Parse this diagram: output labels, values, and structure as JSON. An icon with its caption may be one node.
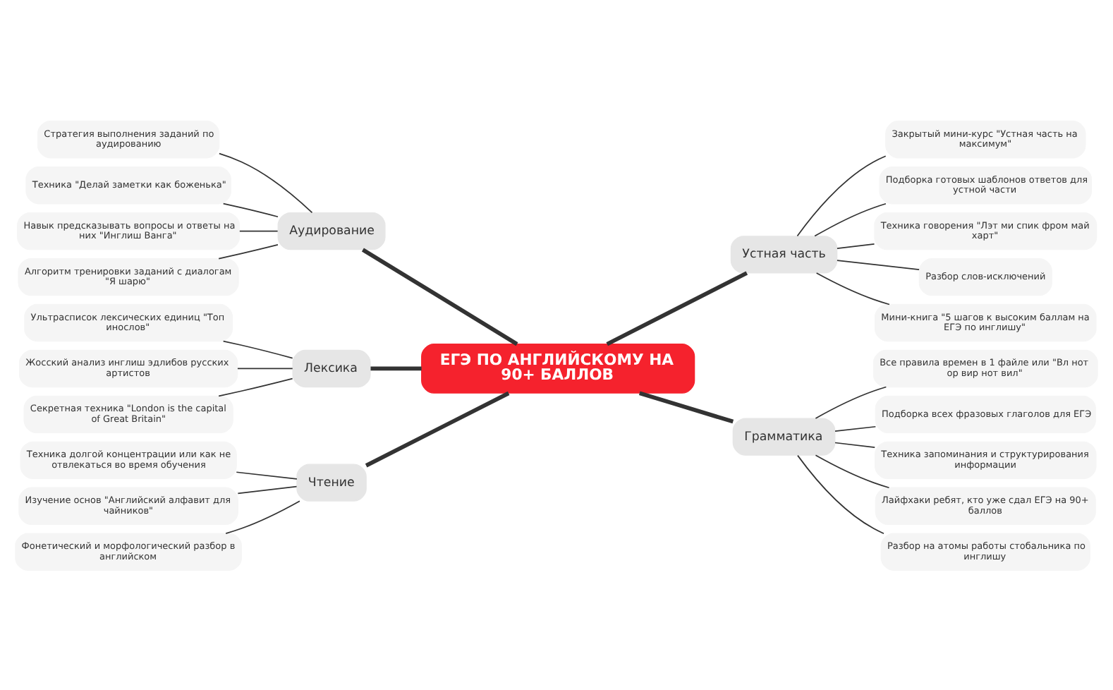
{
  "diagram": {
    "nodes": [
      {
        "text": [
          "ЕГЭ ПО АНГЛИЙСКОМУ НА 90+ БАЛЛОВ"
        ]
      },
      {
        "text": [
          "Аудирование"
        ]
      },
      {
        "text": [
          "Стратегия выполнения заданий по аудированию"
        ]
      },
      {
        "text": [
          "Техника \"Делай заметки как боженька\""
        ]
      },
      {
        "text": [
          "Навык предсказывать вопросы и ответы на них \"Инглиш Ванга\""
        ]
      },
      {
        "text": [
          "Алгоритм тренировки заданий с диалогам \"Я шарю\""
        ]
      },
      {
        "text": [
          "Лексика"
        ]
      },
      {
        "text": [
          "Ультрасписок лексических единиц \"Топ инослов\""
        ]
      },
      {
        "text": [
          "Жосский анализ инглиш эдлибов русских артистов"
        ]
      },
      {
        "text": [
          "Секретная техника \"London is the capital of Great Britain\""
        ]
      },
      {
        "text": [
          "Чтение"
        ]
      },
      {
        "text": [
          "Техника долгой концентрации или как не отвлекаться во время обучения"
        ]
      },
      {
        "text": [
          "Изучение основ \"Английский алфавит для чайников\""
        ]
      },
      {
        "text": [
          "Фонетический и морфологический разбор в английском"
        ]
      },
      {
        "text": [
          "Устная часть"
        ]
      },
      {
        "text": [
          "Закрытый мини-курс \"Устная часть на максимум\""
        ]
      },
      {
        "text": [
          "Подборка готовых шаблонов ответов для устной части"
        ]
      },
      {
        "text": [
          "Техника говорения \"Лэт ми спик фром май харт\""
        ]
      },
      {
        "text": [
          "Разбор слов-исключений"
        ]
      },
      {
        "text": [
          "Мини-книга \"5 шагов к высоким баллам на ЕГЭ по инглишу\""
        ]
      },
      {
        "text": [
          "Грамматика"
        ]
      },
      {
        "text": [
          "Все правила времен в 1 файле или \"Вл нот ор вир нот вил\""
        ]
      },
      {
        "text": [
          "Подборка всех фразовых глаголов для ЕГЭ"
        ]
      },
      {
        "text": [
          "Техника запоминания и структурирования информации"
        ]
      },
      {
        "text": [
          "Лайфхаки ребят, кто уже сдал ЕГЭ на 90+ баллов"
        ]
      },
      {
        "text": [
          "Разбор на атомы работы стобальника по инглишу"
        ]
      }
    ],
    "edges": [
      {
        "from": 1,
        "to": 0,
        "arrow": "none",
        "style": "thick"
      },
      {
        "from": 2,
        "to": 1,
        "arrow": "none"
      },
      {
        "from": 3,
        "to": 1,
        "arrow": "none"
      },
      {
        "from": 4,
        "to": 1,
        "arrow": "none"
      },
      {
        "from": 5,
        "to": 1,
        "arrow": "none"
      },
      {
        "from": 6,
        "to": 0,
        "arrow": "none",
        "style": "thick"
      },
      {
        "from": 7,
        "to": 6,
        "arrow": "none"
      },
      {
        "from": 8,
        "to": 6,
        "arrow": "none"
      },
      {
        "from": 9,
        "to": 6,
        "arrow": "none"
      },
      {
        "from": 10,
        "to": 0,
        "arrow": "none",
        "style": "thick"
      },
      {
        "from": 11,
        "to": 10,
        "arrow": "none"
      },
      {
        "from": 12,
        "to": 10,
        "arrow": "none"
      },
      {
        "from": 13,
        "to": 10,
        "arrow": "none"
      },
      {
        "from": 0,
        "to": 14,
        "arrow": "none",
        "style": "thick"
      },
      {
        "from": 14,
        "to": 15,
        "arrow": "none"
      },
      {
        "from": 14,
        "to": 16,
        "arrow": "none"
      },
      {
        "from": 14,
        "to": 17,
        "arrow": "none"
      },
      {
        "from": 14,
        "to": 18,
        "arrow": "none"
      },
      {
        "from": 14,
        "to": 19,
        "arrow": "none"
      },
      {
        "from": 0,
        "to": 20,
        "arrow": "none",
        "style": "thick"
      },
      {
        "from": 20,
        "to": 21,
        "arrow": "none"
      },
      {
        "from": 20,
        "to": 22,
        "arrow": "none"
      },
      {
        "from": 20,
        "to": 23,
        "arrow": "none"
      },
      {
        "from": 20,
        "to": 24,
        "arrow": "none"
      },
      {
        "from": 20,
        "to": 25,
        "arrow": "none"
      }
    ]
  }
}
